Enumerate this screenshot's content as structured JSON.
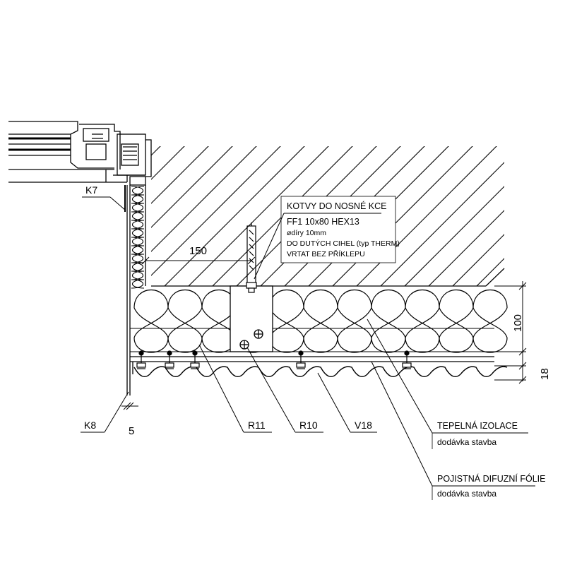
{
  "anchor_note": {
    "title": "KOTVY DO NOSNÉ KCE",
    "line1": "FF1  10x80  HEX13",
    "line2": "ødíry 10mm",
    "line3": "DO DUTÝCH CIHEL (typ THERM)",
    "line4": "VRTAT BEZ PŘÍKLEPU"
  },
  "dimensions": {
    "d150": "150",
    "d100": "100",
    "d18": "18",
    "d5": "5"
  },
  "callouts": {
    "k7": "K7",
    "k8": "K8",
    "r11": "R11",
    "r10": "R10",
    "v18": "V18"
  },
  "notes": {
    "insulation_title": "TEPELNÁ  IZOLACE",
    "insulation_sub": "dodávka  stavba",
    "foil_title": "POJISTNÁ  DIFUZNÍ  FÓLIE",
    "foil_sub": "dodávka  stavba"
  },
  "colors": {
    "line": "#000000",
    "background": "#ffffff"
  }
}
